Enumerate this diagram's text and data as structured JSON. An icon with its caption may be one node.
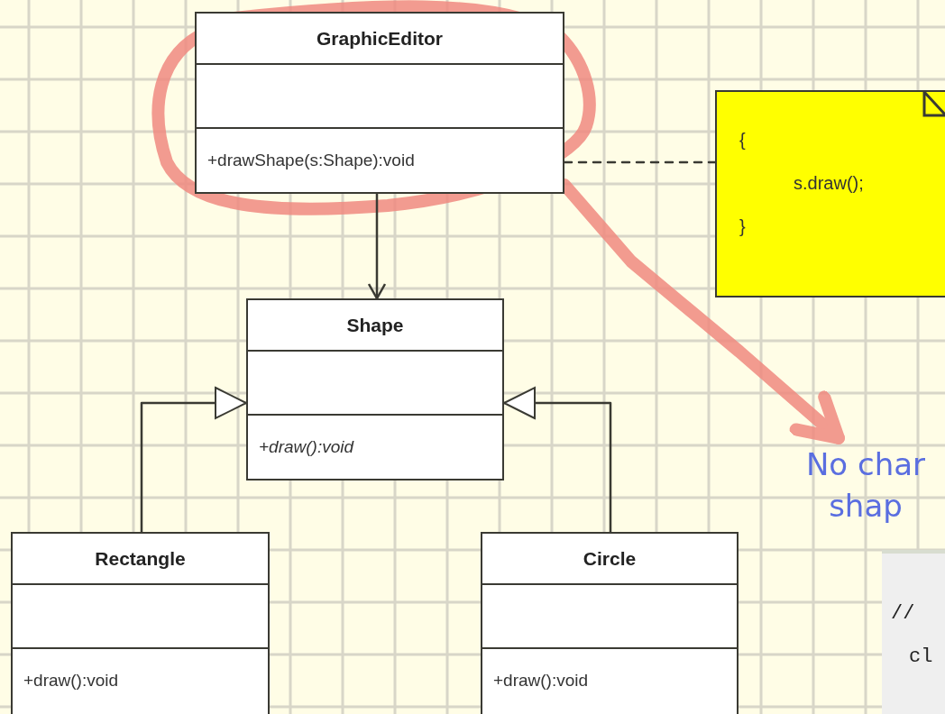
{
  "diagram": {
    "nodes": [
      {
        "text": [
          "GraphicEditor",
          "+drawShape(s:Shape):void"
        ]
      },
      {
        "text": [
          "{",
          "s.draw();",
          "}"
        ]
      },
      {
        "text": [
          "Shape",
          "+draw():void"
        ]
      },
      {
        "text": [
          "Rectangle",
          "+draw():void"
        ]
      },
      {
        "text": [
          "Circle",
          "+draw():void"
        ]
      },
      {
        "text": [
          "No char shap"
        ]
      },
      {
        "text": [
          "//",
          "cl"
        ]
      }
    ],
    "edges": [
      {
        "from": 0,
        "to": 2,
        "arrow": "to"
      },
      {
        "from": 0,
        "to": 1,
        "arrow": "none",
        "style": "dashed"
      },
      {
        "from": 3,
        "to": 2,
        "arrow": "to"
      },
      {
        "from": 4,
        "to": 2,
        "arrow": "to"
      },
      {
        "from": 0,
        "to": 5,
        "arrow": "to",
        "style": "thick",
        "color": "#f08a80"
      }
    ]
  }
}
